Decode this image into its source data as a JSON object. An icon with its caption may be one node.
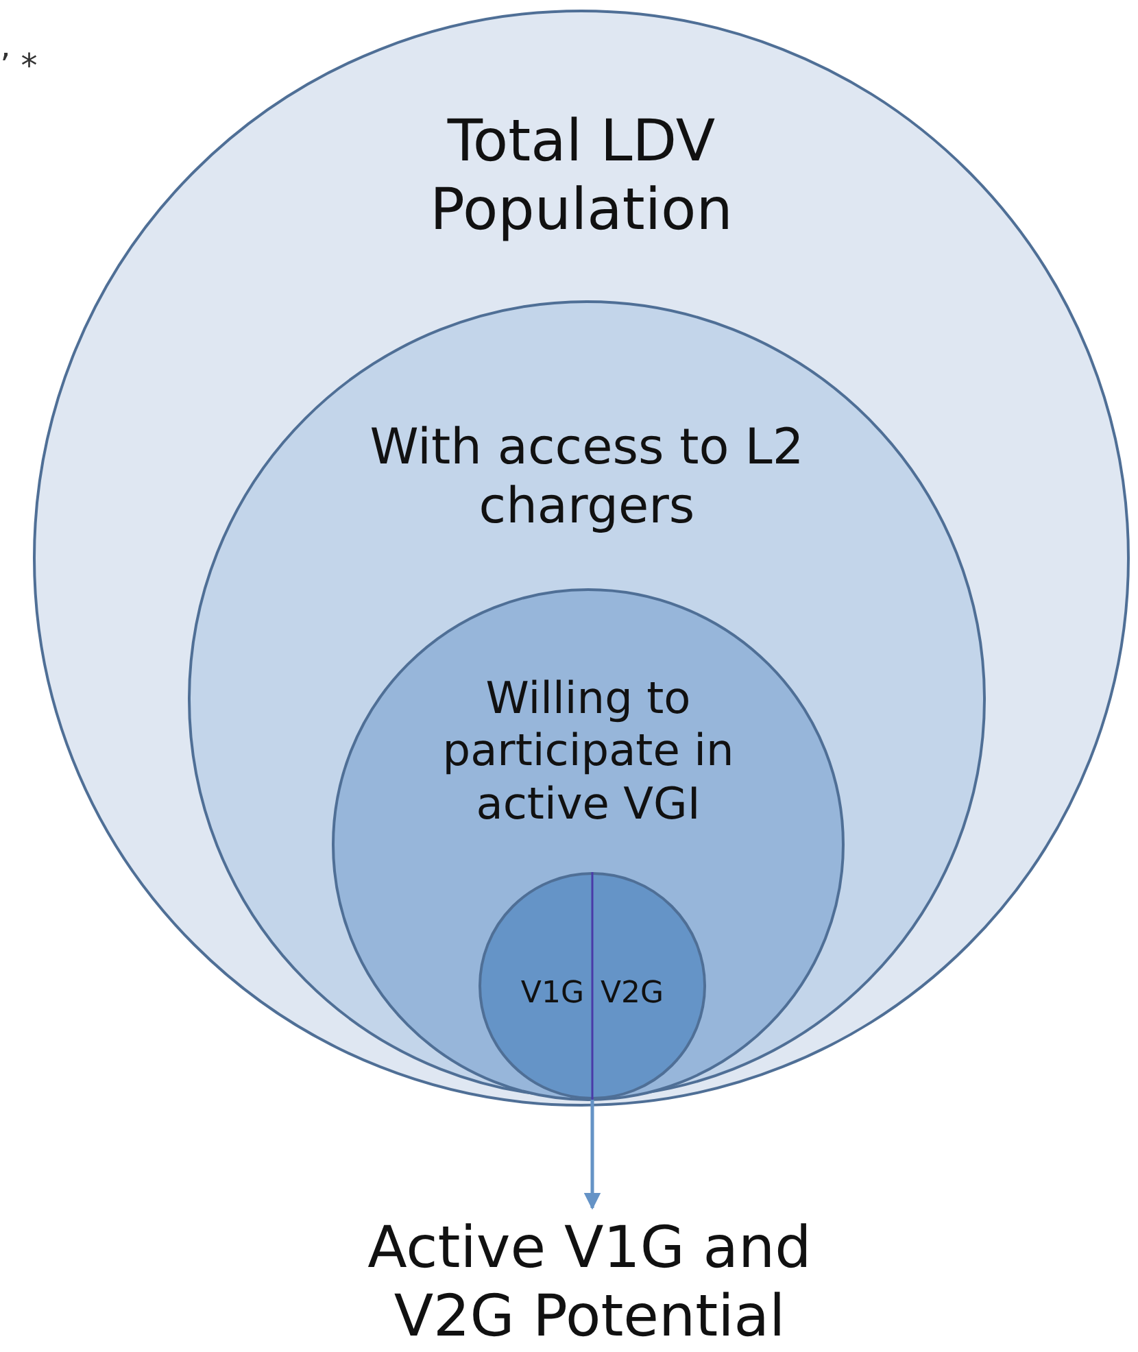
{
  "diagram": {
    "nodes": [
      {
        "text": [
          "Total LDV Population"
        ]
      },
      {
        "text": [
          "With access to L2 chargers"
        ],
        "in": 0
      },
      {
        "text": [
          "Willing to participate in active VGI"
        ],
        "in": 1
      },
      {
        "text": [
          "V1G",
          "V2G"
        ],
        "in": 2
      },
      {
        "text": [
          "Active V1G and V2G Potential"
        ]
      }
    ],
    "edges": [
      {
        "from": 3,
        "to": 4,
        "arrow": "to"
      }
    ],
    "labels": [
      "’ *"
    ]
  }
}
